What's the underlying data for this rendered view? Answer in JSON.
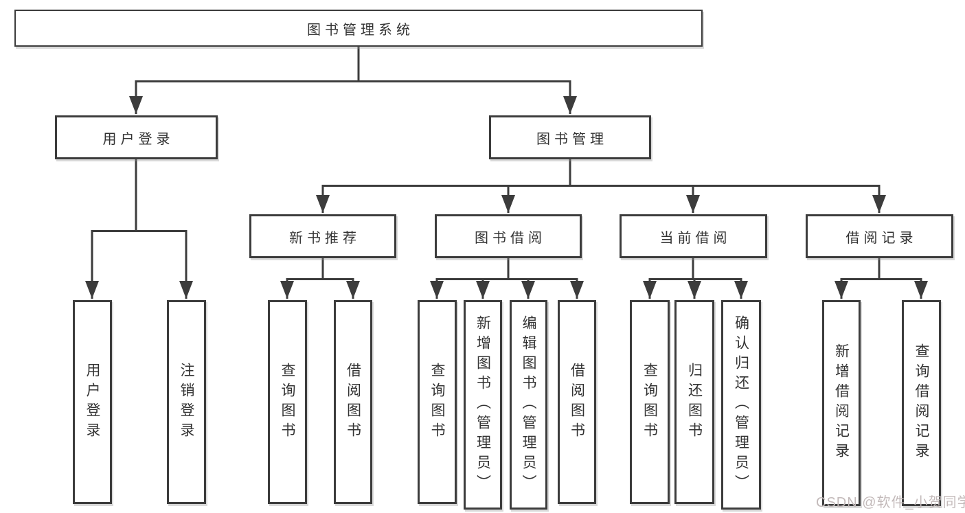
{
  "tree": {
    "label": "图书管理系统",
    "children": [
      {
        "label": "用户登录",
        "children": [
          {
            "label": "用户登录"
          },
          {
            "label": "注销登录"
          }
        ]
      },
      {
        "label": "图书管理",
        "children": [
          {
            "label": "新书推荐",
            "children": [
              {
                "label": "查询图书"
              },
              {
                "label": "借阅图书"
              }
            ]
          },
          {
            "label": "图书借阅",
            "children": [
              {
                "label": "查询图书"
              },
              {
                "label": "新增图书（管理员）"
              },
              {
                "label": "编辑图书（管理员）"
              },
              {
                "label": "借阅图书"
              }
            ]
          },
          {
            "label": "当前借阅",
            "children": [
              {
                "label": "查询图书"
              },
              {
                "label": "归还图书"
              },
              {
                "label": "确认归还（管理员）"
              }
            ]
          },
          {
            "label": "借阅记录",
            "children": [
              {
                "label": "新增借阅记录"
              },
              {
                "label": "查询借阅记录"
              }
            ]
          }
        ]
      }
    ]
  },
  "watermark": {
    "text": "CSDN @软件_小贺同学"
  },
  "colors": {
    "line": "#3c3c3c",
    "text": "#333333",
    "background": "#ffffff",
    "watermark": "#c3baba"
  }
}
